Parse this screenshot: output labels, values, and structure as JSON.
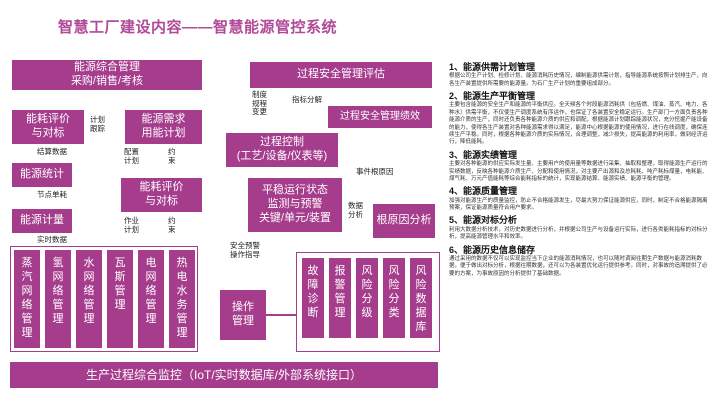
{
  "title": "智慧工厂建设内容——智慧能源管控系统",
  "boxes": {
    "energy_mgmt": "能源综合管理\n采购/销售/考核",
    "energy_eval_analysis": "能耗评价\n与对标",
    "energy_demand_plan": "能源需求\n用能计划",
    "energy_stats": "能源统计",
    "energy_eval_compare": "能耗评价\n与对标",
    "energy_metering": "能源计量",
    "process_safety": "过程安全管理评估",
    "process_safety_sub": "过程安全管理绩效",
    "process_control": "过程控制\n(工艺/设备/仪表等)",
    "stable_operation": "平稳运行状态\n监测与预警\n关键/单元/装置",
    "root_cause": "根原因分析",
    "operation_mgmt": "操作\n管理",
    "bottom_bar": "生产过程综合监控（IoT/实时数据库/外部系统接口）"
  },
  "vertical_boxes": [
    "蒸汽网络管理",
    "氢网络管理",
    "水网络管理",
    "瓦斯管理",
    "电网络管理",
    "热电水务管理"
  ],
  "right_vertical_boxes": [
    "故障诊断",
    "报警管理",
    "风险分级",
    "风险分类",
    "风险数据库"
  ],
  "labels": {
    "plan_follow": "计划\n跟踪",
    "dispatch_plan": "配置\n计划",
    "constraint1": "约\n束",
    "settle_data": "结算数据",
    "node_unit": "节点单耗",
    "work_plan": "作业\n计划",
    "constraint2": "约\n束",
    "realtime_data": "实时数据",
    "regulation": "制度\n规程\n变更",
    "indicator_breakdown": "指标分解",
    "event_root": "事件根原因",
    "data_analysis": "数据\n分析",
    "safety_alert": "安全预警\n操作指导"
  },
  "sections": [
    {
      "title": "1、能源供需计划管理",
      "body": "根据公司生产计划、检修计划、能源消耗历史情况，编制能源供需计划，指导能源系统按照计划排生产，向各生产装置提供所需要的能源量。为石厂生产计划的重要组成部分。"
    },
    {
      "title": "2、能源生产平衡管理",
      "body": "主要包含能源的安全生产和能源的平衡供应。全天候各个时段能源消耗供（包括燃、煤油、蒸汽、电力、各种水）供需平衡，不仅使生产调度系统有序运作，也保证了各装置安全稳定运行。生产部门一方面负责各种能源介质的生产，同时还负责各种能源介质的供应和调配，根据能源计划跟踪能源状况，充分挖掘产能设备的能力，使得各生产装置对各种能源需求得以满足，能源中心根据能源的使用情况，进行在线调度，确保连续生产平稳。同时，根据各种能源介质的实际情况，合理调整，减少损失，提高能源的利用率，做到经济运行，降低能耗。"
    },
    {
      "title": "3、能源实绩管理",
      "body": "主要对各种能源的供应实际发生量、主要用户的使用量等数据进行采集、抽取和整理，取得能源生产运行的实绩数据，反映各种能源介质生产、分配和使用情况，对主要产出源和及总耗耗、吨产耗标煤量，电耗能、煤气耗、万元产值能耗等综合能耗指标的统计，实现能源结算、能源实绩、能源平衡的管理。"
    },
    {
      "title": "4、能源质量管理",
      "body": "加强对能源生产的质量监控，防止不合格能源发生，尽最大努力保证能源供应，同时，制定不合格能源隔离预案，保证能源质量符合用户要求。"
    },
    {
      "title": "5、能源对标分析",
      "body": "利用大数据分析技术，对历史数据进行分析，并根据公司生产与设备运行实际，进行各类能耗指标的对标分析，提高能源管理水平和效率。"
    },
    {
      "title": "6、能源历史信息储存",
      "body": "通过采用的数据不仅可以实现监控当下企业的能源消耗情况，也可以随时调阅往期生产数据与能源消耗数据，便于做出对标分析，根据往期数据，还可以为各装置优化运行提供参考。同时，对事故的追溯提供了必要的方案，为事故原因的分析提供了基础数据。"
    }
  ]
}
